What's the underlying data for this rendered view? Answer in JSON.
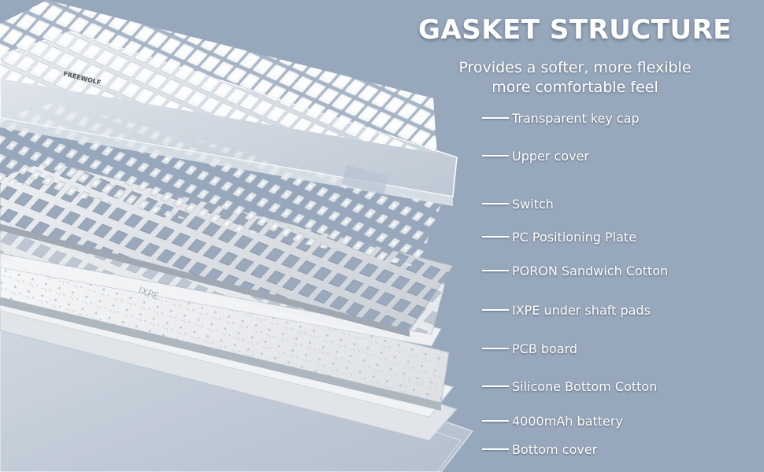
{
  "heading": {
    "title": "GASKET STRUCTURE",
    "subtitle_lines": [
      "Provides a softer, more flexible",
      "more comfortable feel"
    ]
  },
  "layers": [
    "Transparent key cap",
    "Upper cover",
    "Switch",
    "PC Positioning Plate",
    "PORON Sandwich Cotton",
    "IXPE under shaft pads",
    "PCB board",
    "Silicone Bottom Cotton",
    "4000mAh battery",
    "Bottom cover"
  ],
  "etched_text": {
    "keyboard_logo": "FREEWOLF",
    "foam_mark": "IXPE"
  },
  "colors": {
    "background": "#97a8bd",
    "text": "#ffffff",
    "plate": "#d9dde2",
    "pcb": "#e9ebee"
  }
}
